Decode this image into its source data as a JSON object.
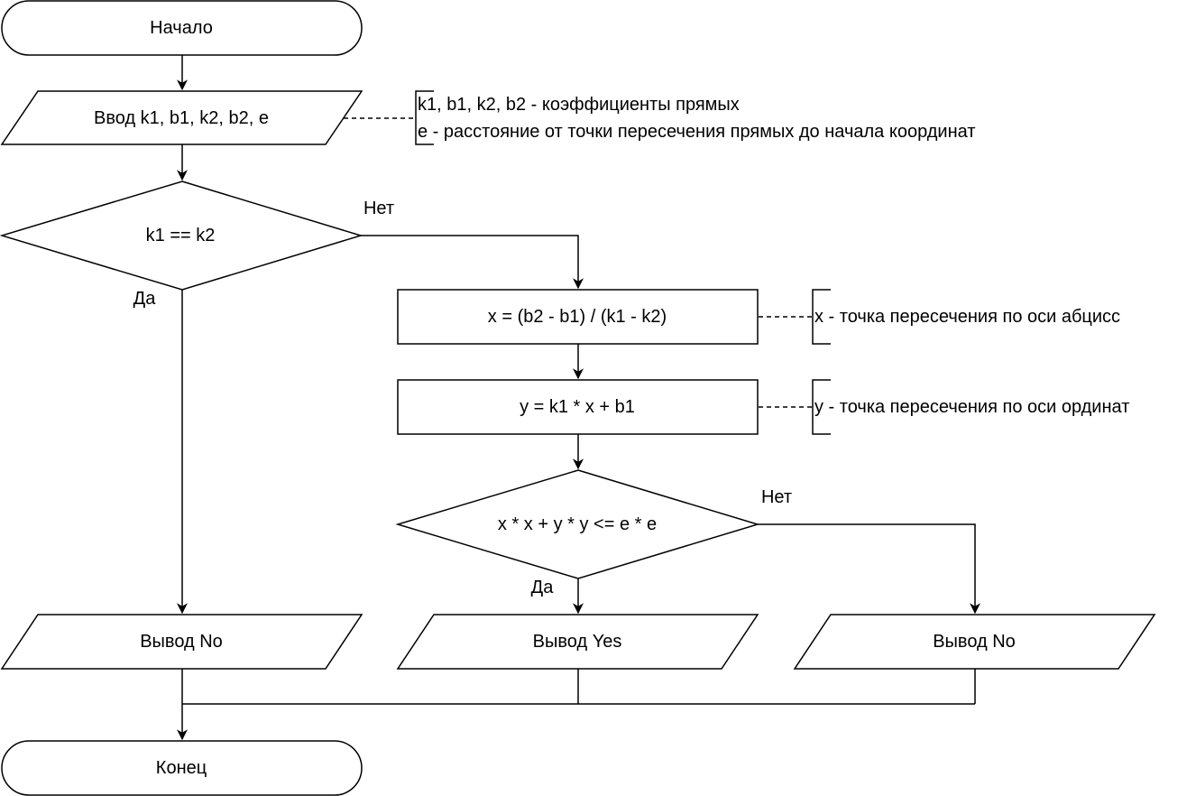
{
  "nodes": {
    "start": "Начало",
    "input": "Ввод k1, b1, k2, b2, e",
    "cond1": "k1 == k2",
    "calc_x": "x = (b2 - b1) / (k1 - k2)",
    "calc_y": "y = k1 * x + b1",
    "cond2": "x * x + y * y <= e * e",
    "out_no_left": "Вывод No",
    "out_yes": "Вывод Yes",
    "out_no_right": "Вывод No",
    "end": "Конец"
  },
  "edge_labels": {
    "cond1_no": "Нет",
    "cond1_yes": "Да",
    "cond2_no": "Нет",
    "cond2_yes": "Да"
  },
  "annotations": {
    "input_line1": "k1, b1, k2, b2 - коэффициенты прямых",
    "input_line2": "e - расстояние от точки пересечения прямых до начала координат",
    "x_note": "x - точка пересечения по оси абцисс",
    "y_note": "y - точка пересечения по оси ординат"
  }
}
